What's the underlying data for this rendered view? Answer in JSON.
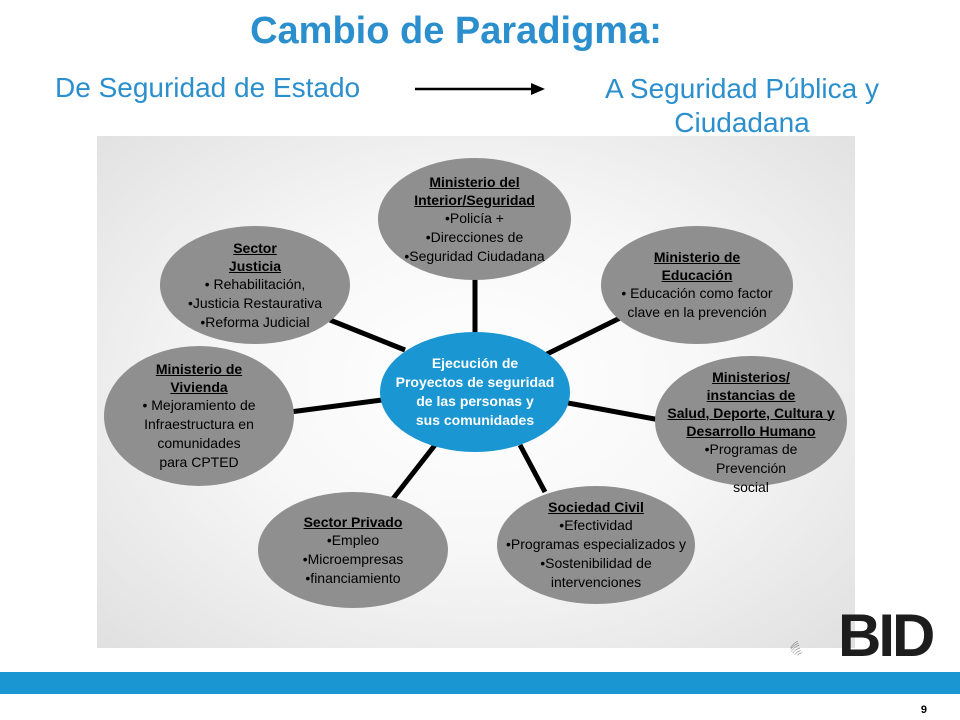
{
  "title": "Cambio de Paradigma:",
  "subtitle_left": "De Seguridad  de Estado",
  "subtitle_right_1": "A Seguridad Pública y",
  "subtitle_right_2": "Ciudadana",
  "center": {
    "lines": [
      "Ejecución de",
      "Proyectos de seguridad",
      "de las personas y",
      "sus comunidades"
    ]
  },
  "nodes": {
    "interior": {
      "title": [
        "Ministerio del",
        "Interior/Seguridad"
      ],
      "items": [
        "•Policía +",
        "•Direcciones de",
        "•Seguridad Ciudadana"
      ]
    },
    "educacion": {
      "title": [
        "Ministerio de",
        "Educación"
      ],
      "items": [
        "• Educación como factor",
        "clave en la prevención"
      ]
    },
    "salud": {
      "title": [
        "Ministerios/",
        "instancias de",
        "Salud, Deporte, Cultura y",
        "Desarrollo Humano"
      ],
      "items": [
        "•Programas de",
        "Prevención",
        "social"
      ]
    },
    "sociedad": {
      "title": [
        "Sociedad Civil"
      ],
      "items": [
        "•Efectividad",
        "•Programas especializados y",
        "•Sostenibilidad de",
        "intervenciones"
      ]
    },
    "privado": {
      "title": [
        "Sector Privado"
      ],
      "items": [
        "•Empleo",
        "•Microempresas",
        "•financiamiento"
      ]
    },
    "vivienda": {
      "title": [
        "Ministerio de",
        "Vivienda"
      ],
      "items": [
        "• Mejoramiento de",
        "Infraestructura en",
        "comunidades",
        "para CPTED"
      ]
    },
    "justicia": {
      "title": [
        "Sector",
        "Justicia"
      ],
      "items": [
        "• Rehabilitación,",
        "•Justicia Restaurativa",
        "•Reforma Judicial"
      ]
    }
  },
  "logo": "BID",
  "page_number": "9",
  "colors": {
    "accent": "#2b8fce",
    "center": "#1a96d2",
    "node": "#8f8f8f",
    "bar": "#1a96d2"
  }
}
